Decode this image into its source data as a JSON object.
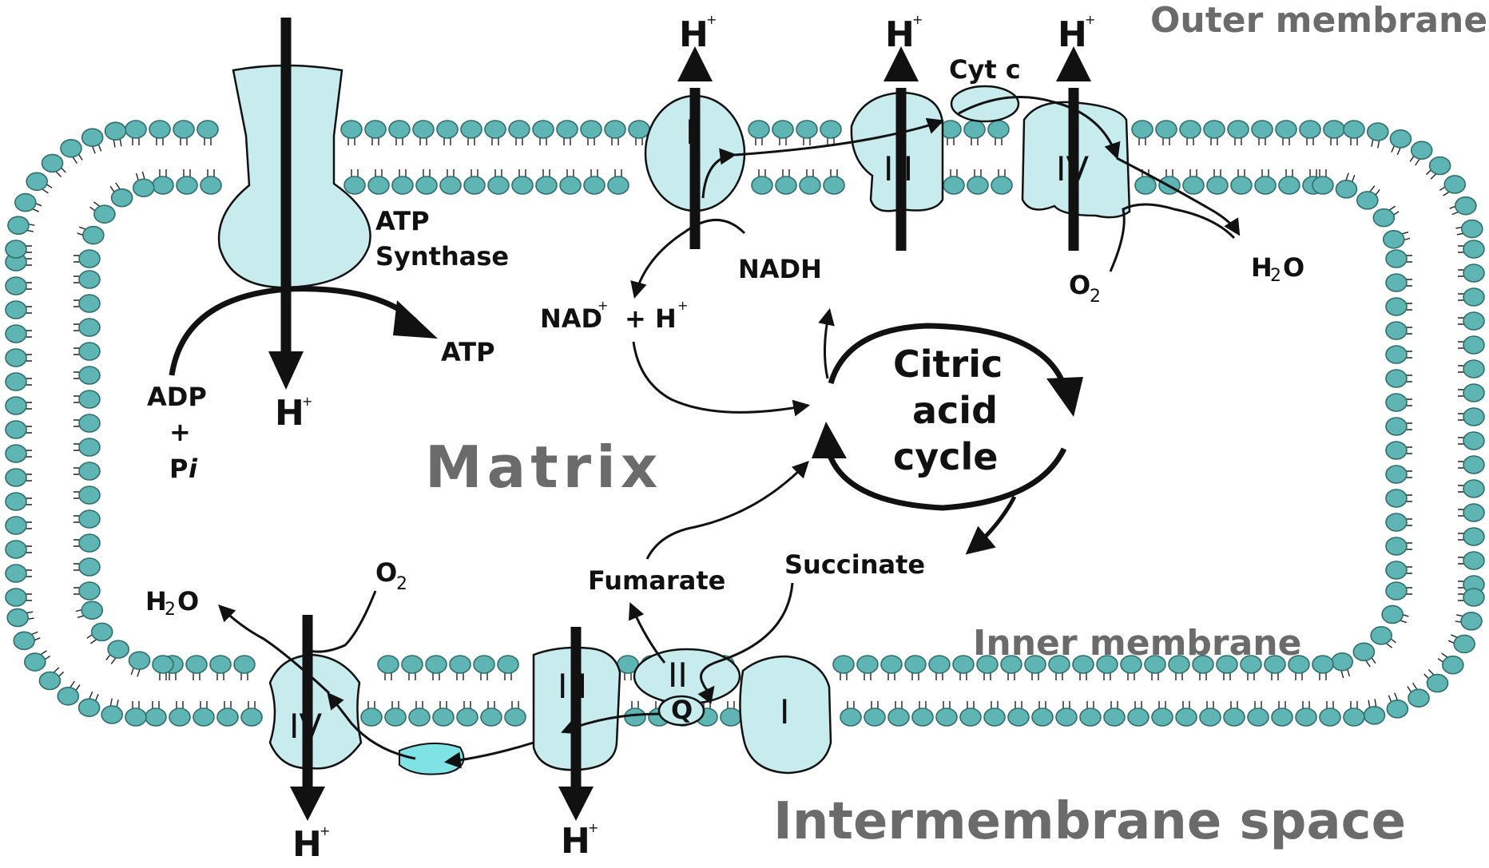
{
  "labels": {
    "outer_membrane": "Outer  membrane",
    "inner_membrane": "Inner  membrane",
    "matrix": "Matrix",
    "intermembrane_space": "Intermembrane space",
    "atp_synthase_line1": "ATP",
    "atp_synthase_line2": "Synthase",
    "atp": "ATP",
    "adp": "ADP",
    "plus": "+",
    "pi_p": "P",
    "pi_i": "i",
    "nadh": "NADH",
    "nad": "NAD",
    "nad_eq_plus": "+  H",
    "cyt_c": "Cyt  c",
    "h": "H",
    "plus_sup": "+",
    "h2o_h": "H",
    "h2o_sub": "2",
    "h2o_o": "O",
    "o2_o": "O",
    "o2_sub": "2",
    "fumarate": "Fumarate",
    "succinate": "Succinate",
    "q": "Q",
    "citric_line1": "Citric",
    "citric_line2": "acid",
    "citric_line3": "cycle"
  },
  "complexes": {
    "I": "I",
    "II": "II",
    "III": "III",
    "IV": "IV"
  },
  "colors": {
    "protein_fill": "#c8ecee",
    "lipid_head": "#5fb5b3",
    "grey_text": "#6b6b6b",
    "mobile_carrier": "#7fe3e6"
  }
}
